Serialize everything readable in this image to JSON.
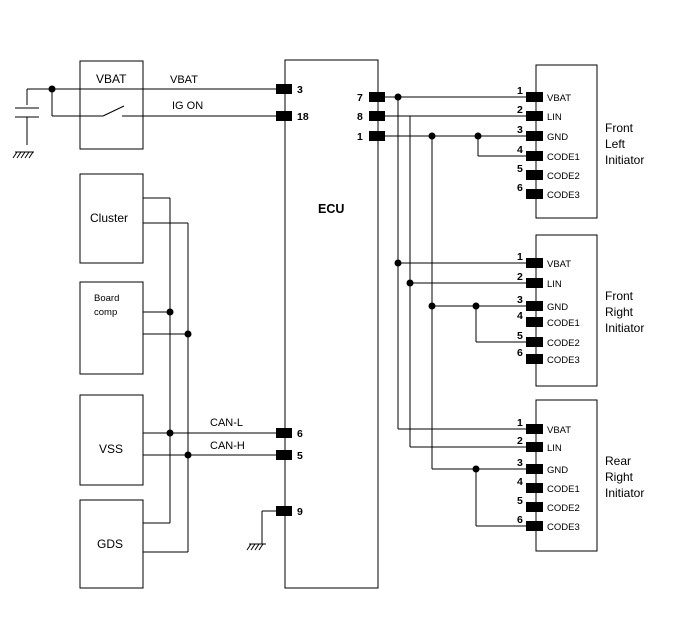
{
  "ecu": {
    "label": "ECU"
  },
  "supply": {
    "box_label": "VBAT",
    "vbat_wire_label": "VBAT",
    "ig_wire_label": "IG ON"
  },
  "modules": {
    "cluster": "Cluster",
    "board_comp": [
      "Board",
      "comp"
    ],
    "vss": "VSS",
    "gds": "GDS"
  },
  "bus": {
    "can_l": "CAN-L",
    "can_h": "CAN-H"
  },
  "ecu_pins": {
    "vbat": "3",
    "ig_on": "18",
    "can_l": "6",
    "can_h": "5",
    "gnd": "9",
    "out_vbat": "7",
    "out_lin": "8",
    "out_gnd": "1"
  },
  "initiators": [
    {
      "name": [
        "Front",
        "Left",
        "Initiator"
      ]
    },
    {
      "name": [
        "Front",
        "Right",
        "Initiator"
      ]
    },
    {
      "name": [
        "Rear",
        "Right",
        "Initiator"
      ]
    }
  ],
  "initiator_pins": [
    {
      "num": "1",
      "label": "VBAT"
    },
    {
      "num": "2",
      "label": "LIN"
    },
    {
      "num": "3",
      "label": "GND"
    },
    {
      "num": "4",
      "label": "CODE1"
    },
    {
      "num": "5",
      "label": "CODE2"
    },
    {
      "num": "6",
      "label": "CODE3"
    }
  ]
}
